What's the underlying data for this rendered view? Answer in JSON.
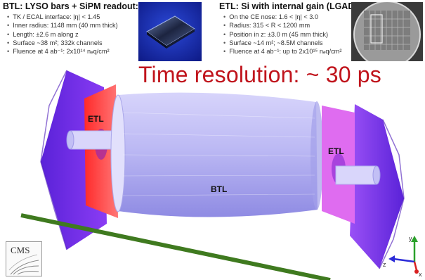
{
  "btl_panel": {
    "title": "BTL: LYSO bars + SiPM readout:",
    "bullets": [
      "TK / ECAL interface: |η| < 1.45",
      "Inner radius: 1148 mm (40 mm thick)",
      "Length: ±2.6 m along z",
      "Surface ~38 m²; 332k channels",
      "Fluence at 4 ab⁻¹: 2x10¹⁴ nₑq/cm²"
    ]
  },
  "etl_panel": {
    "title": "ETL: Si with internal gain (LGAD):",
    "bullets": [
      "On the CE nose: 1.6 < |η| < 3.0",
      "Radius: 315 < R < 1200 mm",
      "Position in z: ±3.0 m (45 mm thick)",
      "Surface ~14 m²; ~8.5M channels",
      "Fluence at 4 ab⁻¹: up to 2x10¹⁵ nₑq/cm²"
    ]
  },
  "headline": "Time resolution: ~ 30 ps",
  "detector_labels": {
    "etl_left": "ETL",
    "etl_right": "ETL",
    "btl": "BTL"
  },
  "logo_text": "CMS",
  "axes": {
    "y": "y",
    "z": "z",
    "x": "x"
  },
  "colors": {
    "headline": "#c0141c",
    "btl_body": "#b8b6f4",
    "endcap": "#7b2df0",
    "etl_ring": "#ff4444",
    "slash_line": "#3f7a1f"
  }
}
